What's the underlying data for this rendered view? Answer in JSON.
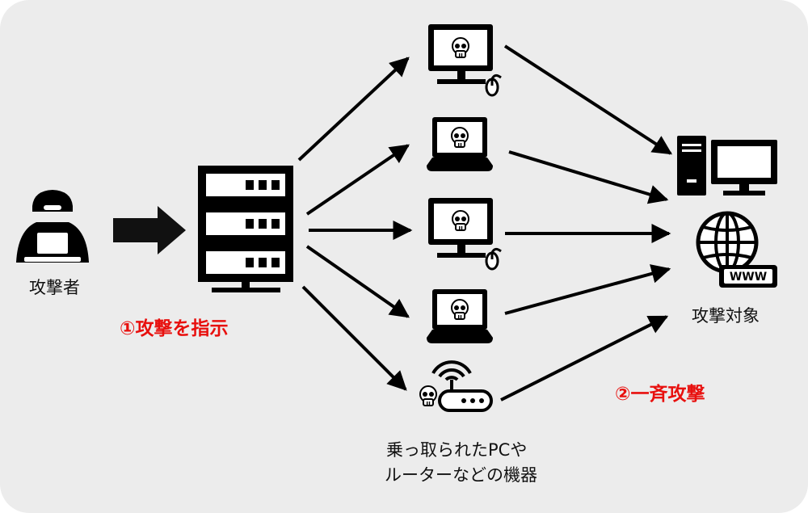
{
  "labels": {
    "attacker": "攻撃者",
    "step1": "①攻撃を指示",
    "target": "攻撃対象",
    "step2": "②一斉攻撃",
    "bots_line1": "乗っ取られたPCや",
    "bots_line2": "ルーターなどの機器"
  },
  "icons": {
    "attacker": "hooded-hacker-icon",
    "c2": "server-rack-icon",
    "bots": [
      "infected-desktop-icon",
      "infected-laptop-icon",
      "infected-desktop-icon",
      "infected-laptop-icon",
      "infected-router-icon"
    ],
    "targets": [
      "desktop-computer-icon",
      "globe-www-icon"
    ]
  },
  "colors": {
    "accent_red": "#e8100e",
    "icon": "#000000",
    "panel": "#ececec"
  }
}
